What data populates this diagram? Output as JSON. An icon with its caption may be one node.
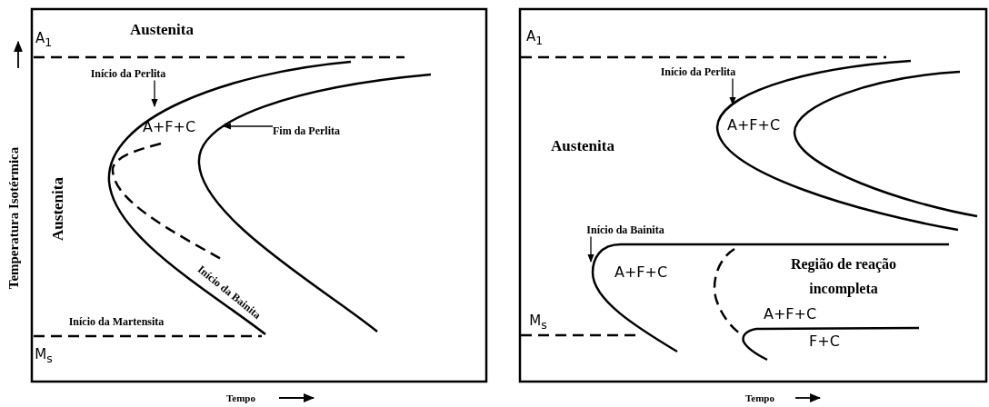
{
  "diagram": {
    "nodes": [
      {
        "text": [
          "Início da Perlita"
        ]
      },
      {
        "text": [],
        "shape": "curve"
      },
      {
        "text": [
          "Fim da Perlita"
        ]
      },
      {
        "text": [],
        "shape": "curve"
      },
      {
        "text": [
          "Início da Perlita"
        ]
      },
      {
        "text": [],
        "shape": "curve"
      },
      {
        "text": [
          "Início da Bainita"
        ]
      },
      {
        "text": [],
        "shape": "curve"
      },
      {
        "text": [],
        "shape": "line",
        "beside": [
          "A$_{1}$"
        ]
      },
      {
        "text": [],
        "shape": "line",
        "beside": [
          "M$_{s}$"
        ]
      },
      {
        "text": [],
        "shape": "line",
        "beside": [
          "A$_{1}$"
        ]
      },
      {
        "text": [],
        "shape": "line",
        "beside": [
          "M$_{s}$"
        ]
      }
    ],
    "edges": [
      {
        "from": 0,
        "to": 1,
        "arrow": "to"
      },
      {
        "from": 2,
        "to": 3,
        "arrow": "to"
      },
      {
        "from": 4,
        "to": 5,
        "arrow": "to"
      },
      {
        "from": 6,
        "to": 7,
        "arrow": "to"
      }
    ],
    "labels": [
      "Austenita",
      "A+F+C",
      "Austenita",
      "Início da Bainita",
      "Início da Martensita",
      "Temperatura Isotérmica",
      "Tempo",
      "Austenita",
      "A+F+C",
      "A+F+C",
      "Região de reação incompleta",
      "A+F+C",
      "F+C",
      "Tempo"
    ]
  }
}
